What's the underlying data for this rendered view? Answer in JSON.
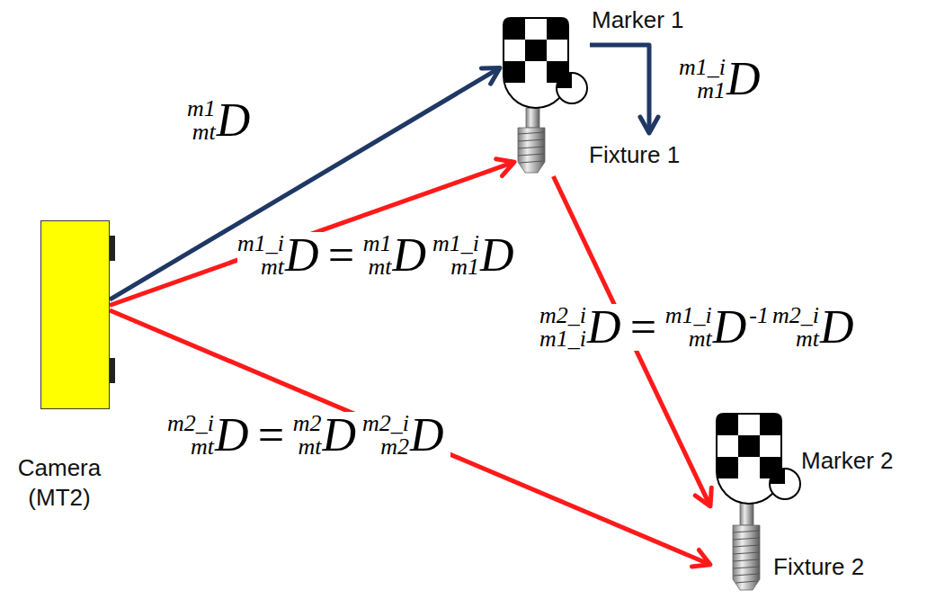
{
  "diagram": {
    "nodes": [
      {
        "text": [
          "Marker 1"
        ]
      },
      {
        "text": [
          "Fixture 1"
        ]
      },
      {
        "text": [
          "Camera (MT2)"
        ]
      },
      {
        "text": [
          "Marker 2"
        ]
      },
      {
        "text": [
          "Fixture 2"
        ]
      }
    ],
    "edges": [
      {
        "from": 2,
        "to": 0,
        "arrow": "to"
      },
      {
        "from": 2,
        "to": 1,
        "arrow": "to"
      },
      {
        "from": 0,
        "to": 1,
        "arrow": "to"
      },
      {
        "from": 1,
        "to": 4,
        "arrow": "to"
      },
      {
        "from": 2,
        "to": 4,
        "arrow": "to"
      }
    ],
    "labels": [
      "m1",
      "mt",
      "D",
      "m1_i",
      "m1",
      "D",
      "m1_i",
      "mt",
      "D",
      "=",
      "m1",
      "mt",
      "D",
      "m1_i",
      "m1",
      "D",
      "m2_i",
      "m1_i",
      "D",
      "=",
      "m1_i",
      "mt",
      "D",
      "-1",
      "m2_i",
      "mt",
      "D",
      "m2_i",
      "mt",
      "D",
      "=",
      "m2",
      "mt",
      "D",
      "m2_i",
      "m2",
      "D"
    ]
  }
}
